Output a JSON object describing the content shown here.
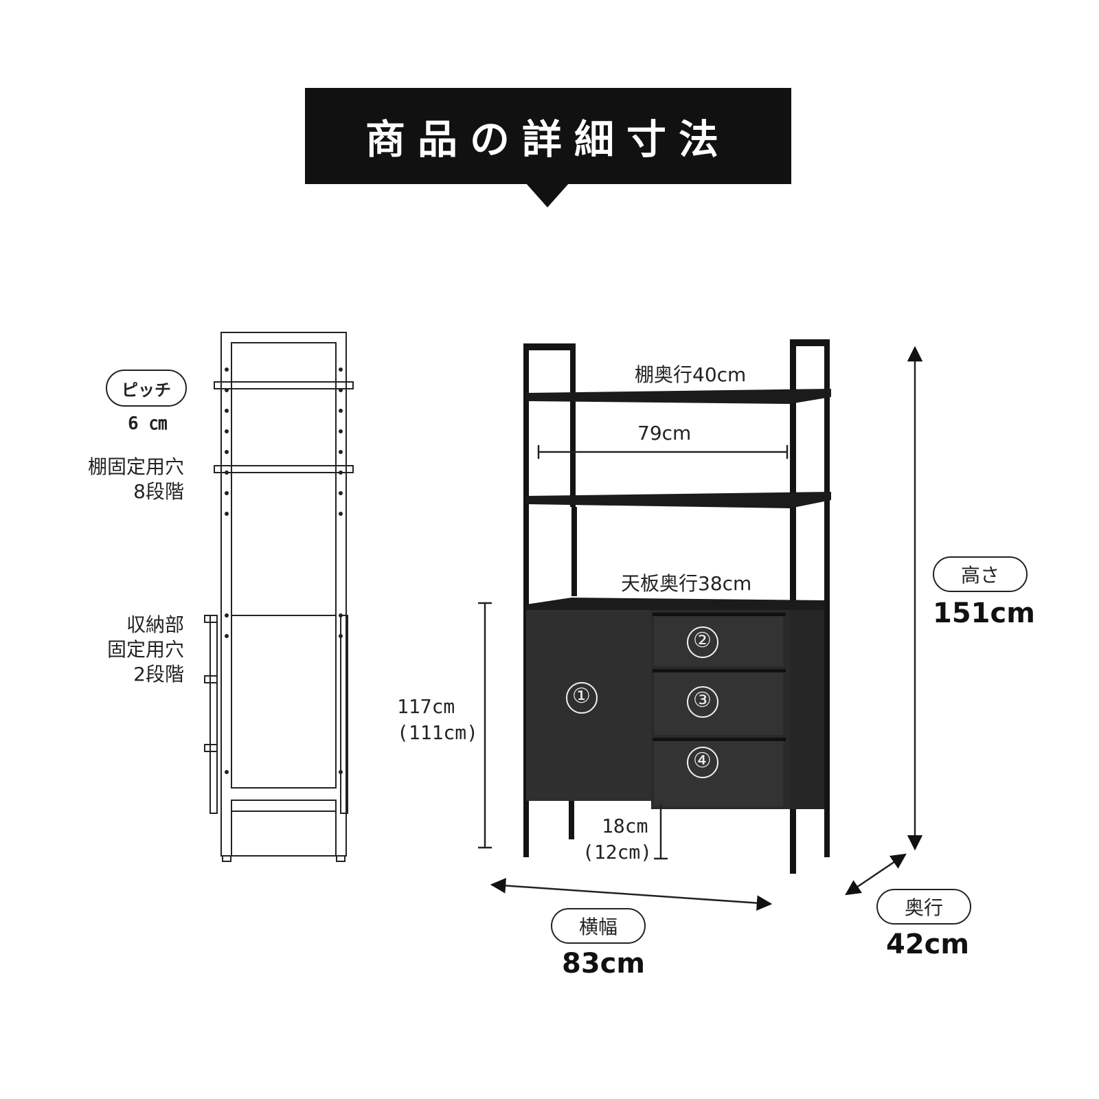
{
  "title": "商品の詳細寸法",
  "side_view": {
    "pitch_label": "ピッチ",
    "pitch_value": "6 ㎝",
    "shelf_holes": [
      "棚固定用穴",
      "8段階"
    ],
    "storage_holes": [
      "収納部",
      "固定用穴",
      "2段階"
    ]
  },
  "front_view": {
    "shelf_depth": "棚奥行40cm",
    "inner_width": "79cm",
    "top_depth": "天板奥行38cm",
    "cabinet_height": [
      "117cm",
      "(111cm)"
    ],
    "leg_height": [
      "18cm",
      "(12cm)"
    ],
    "compartments": [
      "①",
      "②",
      "③",
      "④"
    ]
  },
  "dimensions": {
    "height_label": "高さ",
    "height_value": "151cm",
    "width_label": "横幅",
    "width_value": "83cm",
    "depth_label": "奥行",
    "depth_value": "42cm"
  },
  "colors": {
    "banner": "#111111",
    "cabinet": "#2f2f2f",
    "frame": "#141414",
    "line": "#222222"
  }
}
